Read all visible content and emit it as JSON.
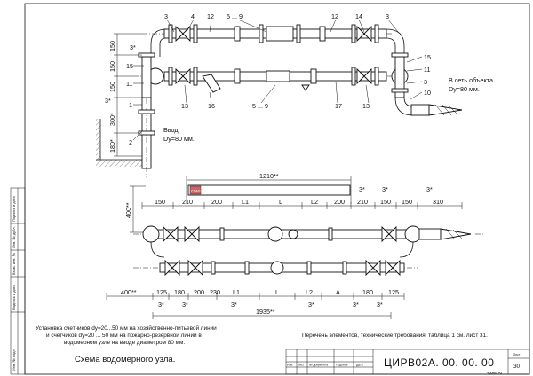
{
  "top_view": {
    "callouts": {
      "c3a": "3",
      "c4": "4",
      "c12a": "12",
      "c5_9a": "5 ... 9",
      "c12b": "12",
      "c14": "14",
      "c3b": "3",
      "c15a": "15",
      "c11a": "11",
      "c1": "1",
      "c2": "2",
      "c13a": "13",
      "c16": "16",
      "c5_9b": "5 ... 9",
      "c13b": "13",
      "c17": "17",
      "c15b": "15",
      "c11b": "11",
      "c3c": "3",
      "c10": "10"
    },
    "dims_left": [
      "150",
      "150",
      "150",
      "300*",
      "180*"
    ],
    "angle_top": "3*",
    "angle_left": "3*",
    "inlet_label": "Ввод",
    "inlet_dn": "Dy=80 мм.",
    "outlet_label": "В сеть объекта",
    "outlet_dn": "Dy=80 мм."
  },
  "plan_view": {
    "top_overall": "1210**",
    "left_height": "400**",
    "top_dims": [
      "150",
      "210",
      "200",
      "L1",
      "L",
      "L2",
      "200",
      "210",
      "150",
      "150",
      "310"
    ],
    "top_angles": [
      "3*",
      "3*",
      "3*"
    ],
    "bottom_dims": [
      "125",
      "180",
      "200...230",
      "L1",
      "L",
      "L2",
      "A",
      "180",
      "125"
    ],
    "bottom_left": "400**",
    "bottom_angles": [
      "3*",
      "3*",
      "3*",
      "3*",
      "3*",
      "3*"
    ],
    "bottom_overall": "1935**"
  },
  "notes": {
    "install_line1": "Установка счетчиков dy=20...50 мм на хозяйственно-питьевой линии",
    "install_line2": "и счетчиков dy=20 ... 50 мм на пожарно-резервной линии в",
    "install_line3": "водомерном узле на вводе диаметром 80 мм.",
    "reference": "Перечень элементов, технические требования, таблица 1 см. лист 31.",
    "drawing_title": "Схема водомерного узла."
  },
  "side_stamp": [
    "Подпись и дата",
    "Инв. № дубл.",
    "Взам. инв. №",
    "Подпись и дата",
    "Инв. № подл."
  ],
  "title_block": {
    "code": "ЦИРВ02А. 00. 00. 00",
    "sheet_label": "Лист",
    "sheet_number": "30",
    "format": "Формат А3",
    "columns": [
      "Изм",
      "Лист",
      "№ документа",
      "Подпись",
      "Дата"
    ]
  },
  "watermark": "СТАЛ"
}
